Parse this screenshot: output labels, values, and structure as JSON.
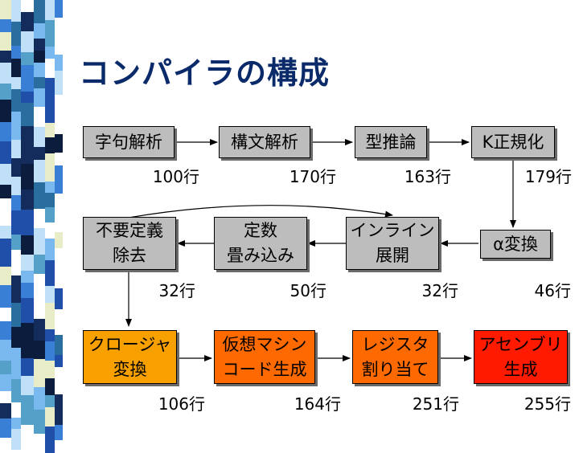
{
  "slide": {
    "title": "コンパイラの構成"
  },
  "colors": {
    "title": "#0a2a6a",
    "box_gray": "#bdbdbd",
    "box_orange": "#f7a000",
    "box_dark_orange": "#ff6a00",
    "box_red": "#ff1a00"
  },
  "diagram": {
    "nodes": [
      {
        "id": "n1",
        "label": "字句解析",
        "lines": "100行"
      },
      {
        "id": "n2",
        "label": "構文解析",
        "lines": "170行"
      },
      {
        "id": "n3",
        "label": "型推論",
        "lines": "163行"
      },
      {
        "id": "n4",
        "label": "K正規化",
        "lines": "179行"
      },
      {
        "id": "n5",
        "label": "α変換",
        "lines": "46行"
      },
      {
        "id": "n6",
        "label": "インライン\n展開",
        "lines": "32行"
      },
      {
        "id": "n7",
        "label": "定数\n畳み込み",
        "lines": "50行"
      },
      {
        "id": "n8",
        "label": "不要定義\n除去",
        "lines": "32行"
      },
      {
        "id": "n9",
        "label": "クロージャ\n変換",
        "lines": "106行"
      },
      {
        "id": "n10",
        "label": "仮想マシン\nコード生成",
        "lines": "164行"
      },
      {
        "id": "n11",
        "label": "レジスタ\n割り当て",
        "lines": "251行"
      },
      {
        "id": "n12",
        "label": "アセンブリ\n生成",
        "lines": "255行"
      }
    ],
    "edges": [
      {
        "from": "n1",
        "to": "n2"
      },
      {
        "from": "n2",
        "to": "n3"
      },
      {
        "from": "n3",
        "to": "n4"
      },
      {
        "from": "n4",
        "to": "n5"
      },
      {
        "from": "n5",
        "to": "n6"
      },
      {
        "from": "n6",
        "to": "n7"
      },
      {
        "from": "n7",
        "to": "n8"
      },
      {
        "from": "n8",
        "to": "n6"
      },
      {
        "from": "n8",
        "to": "n9"
      },
      {
        "from": "n9",
        "to": "n10"
      },
      {
        "from": "n10",
        "to": "n11"
      },
      {
        "from": "n11",
        "to": "n12"
      }
    ]
  }
}
